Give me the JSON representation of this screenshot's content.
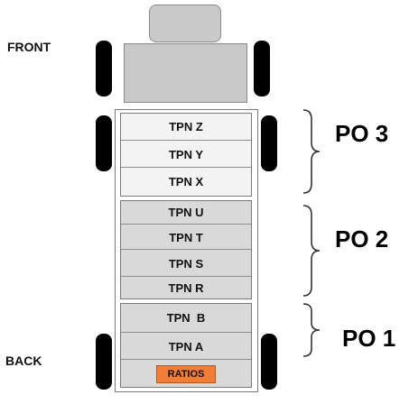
{
  "labels": {
    "front": "FRONT",
    "back": "BACK"
  },
  "groups": [
    {
      "po": "PO 3",
      "rows": [
        "TPN Z",
        "TPN Y",
        "TPN X"
      ]
    },
    {
      "po": "PO 2",
      "rows": [
        "TPN U",
        "TPN T",
        "TPN S",
        "TPN R"
      ]
    },
    {
      "po": "PO 1",
      "rows": [
        "TPN  B",
        "TPN A"
      ],
      "badge": "RATIOS"
    }
  ],
  "colors": {
    "wheel": "#000000",
    "cab": "#c9c9c9",
    "ratios_badge": "#f07d38"
  },
  "icons": [
    "truck-cab",
    "wheel",
    "brace"
  ]
}
